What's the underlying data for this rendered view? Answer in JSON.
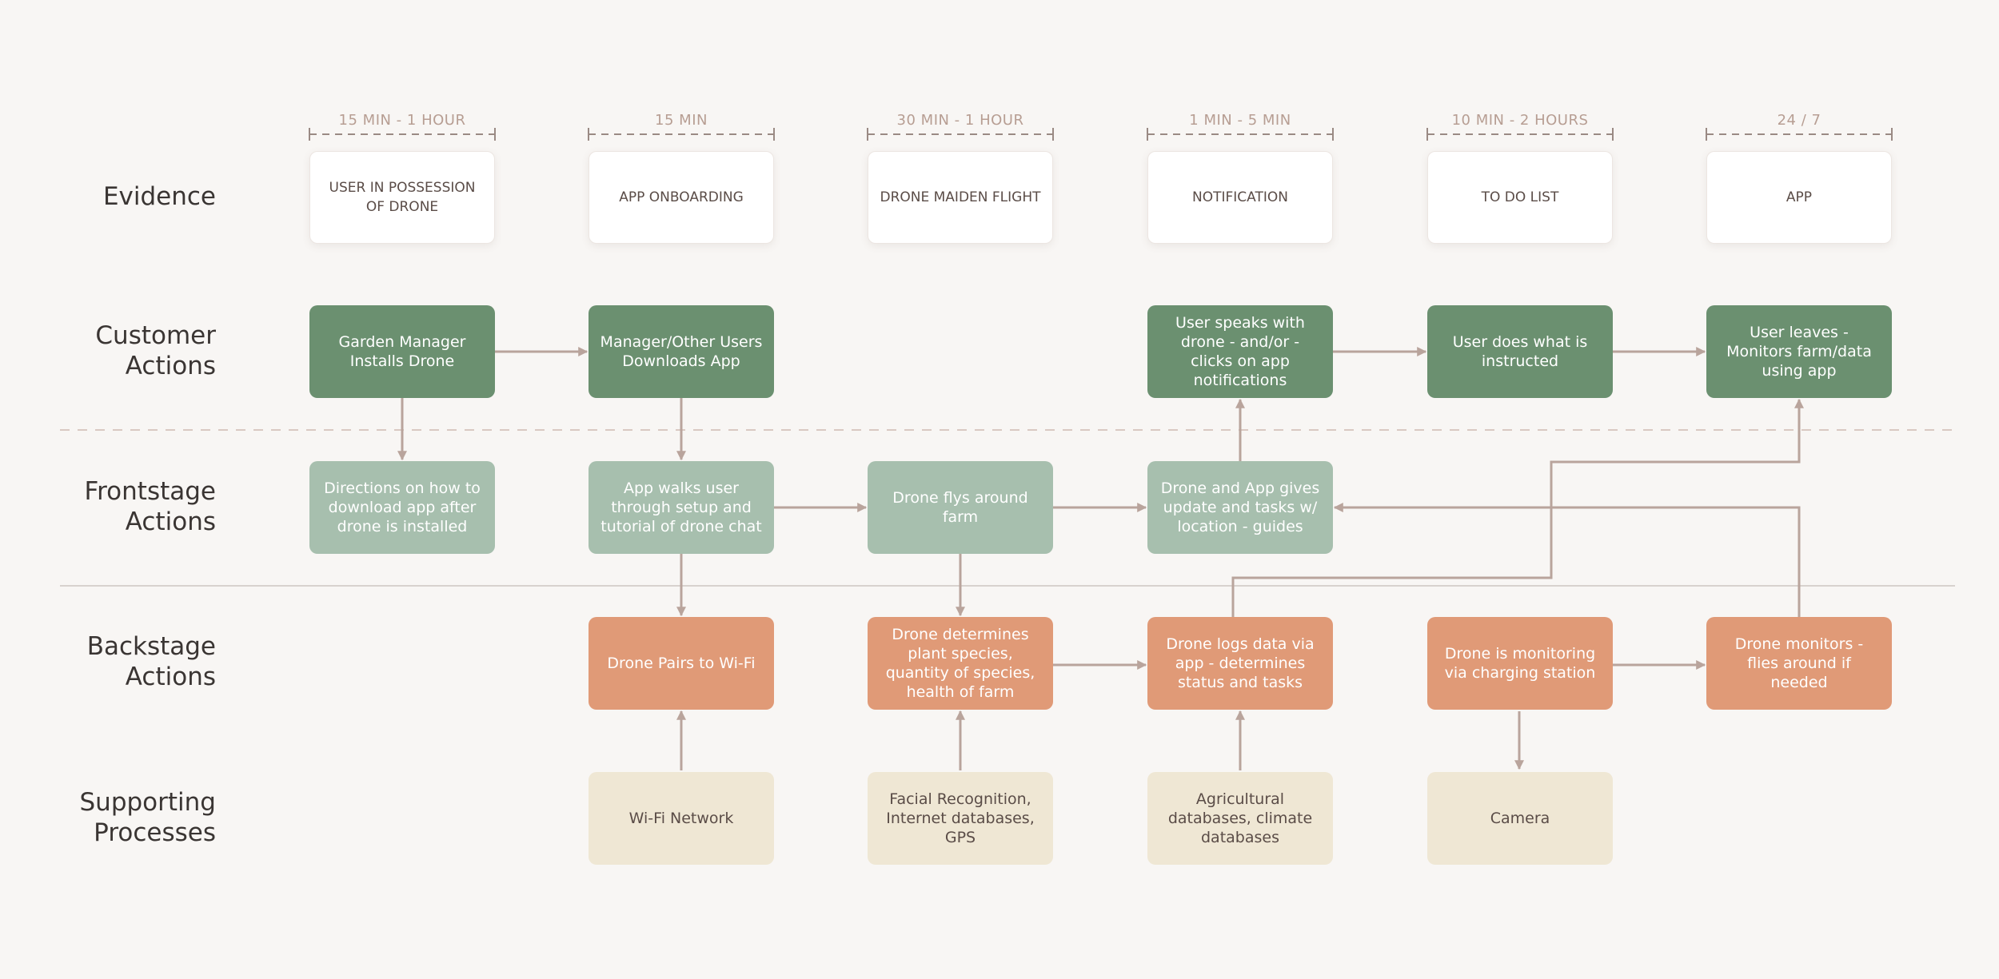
{
  "lanes": {
    "evidence": "Evidence",
    "customer": "Customer\nActions",
    "frontstage": "Frontstage\nActions",
    "backstage": "Backstage\nActions",
    "support": "Supporting\nProcesses"
  },
  "times": [
    "15 MIN - 1 HOUR",
    "15 MIN",
    "30 MIN - 1 HOUR",
    "1 MIN - 5 MIN",
    "10 MIN - 2 HOURS",
    "24 / 7"
  ],
  "evidence": [
    "USER IN POSSESSION OF DRONE",
    "APP ONBOARDING",
    "DRONE MAIDEN FLIGHT",
    "NOTIFICATION",
    "TO DO LIST",
    "APP"
  ],
  "customer": {
    "c1": "Garden Manager Installs Drone",
    "c2": "Manager/Other Users Downloads App",
    "c4": "User speaks with drone - and/or - clicks on app notifications",
    "c5": "User does what is instructed",
    "c6": "User leaves - Monitors  farm/data using app"
  },
  "frontstage": {
    "c1": "Directions on how to download app after drone is installed",
    "c2": "App walks user through setup and tutorial of drone chat",
    "c3": "Drone flys around farm",
    "c4": "Drone and App gives update and tasks w/ location - guides"
  },
  "backstage": {
    "c2": "Drone Pairs to Wi-Fi",
    "c3": "Drone determines plant species, quantity of species, health of farm",
    "c4": "Drone logs data via app - determines status and tasks",
    "c5": "Drone is monitoring via charging station",
    "c6": "Drone monitors - flies around if needed"
  },
  "support": {
    "c2": "Wi-Fi Network",
    "c3": "Facial Recognition, Internet databases, GPS",
    "c4": "Agricultural databases, climate databases",
    "c5": "Camera"
  },
  "colors": {
    "background": "#f8f6f4",
    "customer": "#6b9070",
    "frontstage": "#a7bfae",
    "backstage": "#e09a77",
    "support": "#efe7d4",
    "connector": "#b9a49c"
  }
}
